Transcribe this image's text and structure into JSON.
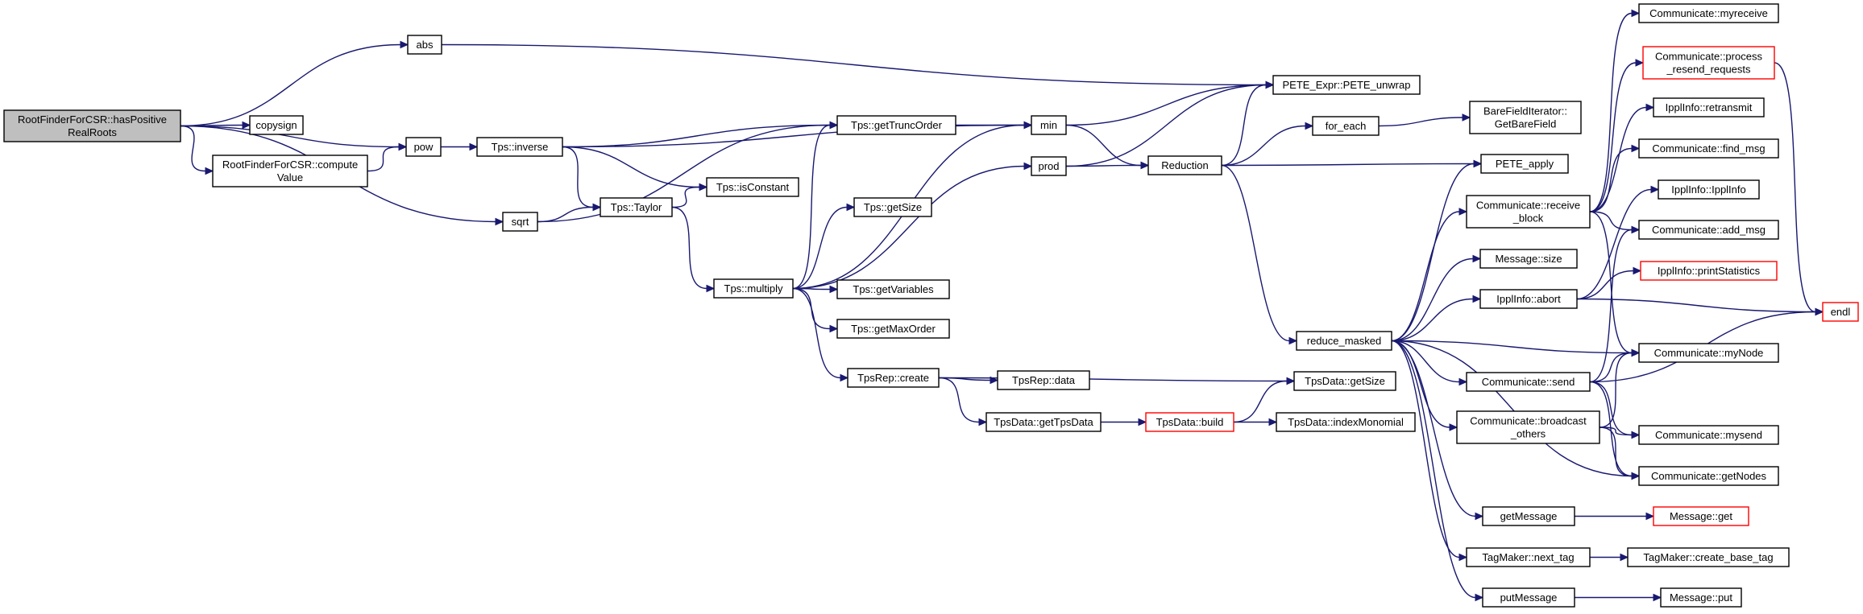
{
  "title": "",
  "colors": {
    "edge": "#191970",
    "root_fill": "#bfbfbf",
    "node_fill": "#ffffff",
    "node_border": "#000000",
    "truncated_border": "#ff0000"
  },
  "nodes": [
    {
      "id": "root",
      "lines": [
        "RootFinderForCSR::hasPositive",
        "RealRoots"
      ],
      "style": "root"
    },
    {
      "id": "abs",
      "lines": [
        "abs"
      ]
    },
    {
      "id": "copysign",
      "lines": [
        "copysign"
      ]
    },
    {
      "id": "pow",
      "lines": [
        "pow"
      ]
    },
    {
      "id": "computeValue",
      "lines": [
        "RootFinderForCSR::compute",
        "Value"
      ]
    },
    {
      "id": "sqrt",
      "lines": [
        "sqrt"
      ]
    },
    {
      "id": "inverse",
      "lines": [
        "Tps::inverse"
      ]
    },
    {
      "id": "taylor",
      "lines": [
        "Tps::Taylor"
      ]
    },
    {
      "id": "getTruncOrder",
      "lines": [
        "Tps::getTruncOrder"
      ]
    },
    {
      "id": "isConstant",
      "lines": [
        "Tps::isConstant"
      ]
    },
    {
      "id": "multiply",
      "lines": [
        "Tps::multiply"
      ]
    },
    {
      "id": "getSize",
      "lines": [
        "Tps::getSize"
      ]
    },
    {
      "id": "getVariables",
      "lines": [
        "Tps::getVariables"
      ]
    },
    {
      "id": "getMaxOrder",
      "lines": [
        "Tps::getMaxOrder"
      ]
    },
    {
      "id": "repCreate",
      "lines": [
        "TpsRep::create"
      ]
    },
    {
      "id": "repData",
      "lines": [
        "TpsRep::data"
      ]
    },
    {
      "id": "getTpsData",
      "lines": [
        "TpsData::getTpsData"
      ]
    },
    {
      "id": "build",
      "lines": [
        "TpsData::build"
      ],
      "style": "trunc"
    },
    {
      "id": "dataGetSize",
      "lines": [
        "TpsData::getSize"
      ]
    },
    {
      "id": "indexMonomial",
      "lines": [
        "TpsData::indexMonomial"
      ]
    },
    {
      "id": "min",
      "lines": [
        "min"
      ]
    },
    {
      "id": "prod",
      "lines": [
        "prod"
      ]
    },
    {
      "id": "reduction",
      "lines": [
        "Reduction"
      ]
    },
    {
      "id": "unwrap",
      "lines": [
        "PETE_Expr::PETE_unwrap"
      ]
    },
    {
      "id": "foreach",
      "lines": [
        "for_each"
      ]
    },
    {
      "id": "bareField",
      "lines": [
        "BareFieldIterator::",
        "GetBareField"
      ]
    },
    {
      "id": "peteApply",
      "lines": [
        "PETE_apply"
      ]
    },
    {
      "id": "reduceMasked",
      "lines": [
        "reduce_masked"
      ]
    },
    {
      "id": "receiveBlock",
      "lines": [
        "Communicate::receive",
        "_block"
      ]
    },
    {
      "id": "msgSize",
      "lines": [
        "Message::size"
      ]
    },
    {
      "id": "abort",
      "lines": [
        "IpplInfo::abort"
      ]
    },
    {
      "id": "send",
      "lines": [
        "Communicate::send"
      ]
    },
    {
      "id": "broadcast",
      "lines": [
        "Communicate::broadcast",
        "_others"
      ]
    },
    {
      "id": "getMessage",
      "lines": [
        "getMessage"
      ]
    },
    {
      "id": "nextTag",
      "lines": [
        "TagMaker::next_tag"
      ]
    },
    {
      "id": "putMessage",
      "lines": [
        "putMessage"
      ]
    },
    {
      "id": "myreceive",
      "lines": [
        "Communicate::myreceive"
      ]
    },
    {
      "id": "processResend",
      "lines": [
        "Communicate::process",
        "_resend_requests"
      ],
      "style": "trunc"
    },
    {
      "id": "retransmit",
      "lines": [
        "IpplInfo::retransmit"
      ]
    },
    {
      "id": "findMsg",
      "lines": [
        "Communicate::find_msg"
      ]
    },
    {
      "id": "ipplInfo",
      "lines": [
        "IpplInfo::IpplInfo"
      ]
    },
    {
      "id": "addMsg",
      "lines": [
        "Communicate::add_msg"
      ]
    },
    {
      "id": "printStats",
      "lines": [
        "IpplInfo::printStatistics"
      ],
      "style": "trunc"
    },
    {
      "id": "myNode",
      "lines": [
        "Communicate::myNode"
      ]
    },
    {
      "id": "mysend",
      "lines": [
        "Communicate::mysend"
      ]
    },
    {
      "id": "getNodes",
      "lines": [
        "Communicate::getNodes"
      ]
    },
    {
      "id": "msgGet",
      "lines": [
        "Message::get"
      ],
      "style": "trunc"
    },
    {
      "id": "createBaseTag",
      "lines": [
        "TagMaker::create_base_tag"
      ]
    },
    {
      "id": "msgPut",
      "lines": [
        "Message::put"
      ]
    },
    {
      "id": "endl",
      "lines": [
        "endl"
      ],
      "style": "trunc"
    }
  ],
  "edges": [
    [
      "root",
      "abs"
    ],
    [
      "root",
      "pow"
    ],
    [
      "root",
      "copysign"
    ],
    [
      "root",
      "computeValue"
    ],
    [
      "root",
      "sqrt"
    ],
    [
      "computeValue",
      "pow"
    ],
    [
      "abs",
      "unwrap"
    ],
    [
      "pow",
      "inverse"
    ],
    [
      "inverse",
      "min"
    ],
    [
      "inverse",
      "getTruncOrder"
    ],
    [
      "inverse",
      "isConstant"
    ],
    [
      "inverse",
      "taylor"
    ],
    [
      "sqrt",
      "taylor"
    ],
    [
      "sqrt",
      "getTruncOrder"
    ],
    [
      "taylor",
      "isConstant"
    ],
    [
      "taylor",
      "multiply"
    ],
    [
      "getTruncOrder",
      "min"
    ],
    [
      "multiply",
      "getTruncOrder"
    ],
    [
      "multiply",
      "min"
    ],
    [
      "multiply",
      "prod"
    ],
    [
      "multiply",
      "getSize"
    ],
    [
      "multiply",
      "getVariables"
    ],
    [
      "multiply",
      "getMaxOrder"
    ],
    [
      "multiply",
      "repCreate"
    ],
    [
      "repCreate",
      "dataGetSize"
    ],
    [
      "repCreate",
      "repData"
    ],
    [
      "repCreate",
      "getTpsData"
    ],
    [
      "getTpsData",
      "build"
    ],
    [
      "build",
      "dataGetSize"
    ],
    [
      "build",
      "indexMonomial"
    ],
    [
      "min",
      "unwrap"
    ],
    [
      "min",
      "reduction"
    ],
    [
      "prod",
      "unwrap"
    ],
    [
      "prod",
      "reduction"
    ],
    [
      "reduction",
      "unwrap"
    ],
    [
      "reduction",
      "foreach"
    ],
    [
      "reduction",
      "peteApply"
    ],
    [
      "reduction",
      "reduceMasked"
    ],
    [
      "foreach",
      "bareField"
    ],
    [
      "reduceMasked",
      "peteApply"
    ],
    [
      "reduceMasked",
      "receiveBlock"
    ],
    [
      "reduceMasked",
      "msgSize"
    ],
    [
      "reduceMasked",
      "abort"
    ],
    [
      "reduceMasked",
      "myNode"
    ],
    [
      "reduceMasked",
      "send"
    ],
    [
      "reduceMasked",
      "broadcast"
    ],
    [
      "reduceMasked",
      "getNodes"
    ],
    [
      "reduceMasked",
      "getMessage"
    ],
    [
      "reduceMasked",
      "nextTag"
    ],
    [
      "reduceMasked",
      "putMessage"
    ],
    [
      "receiveBlock",
      "myreceive"
    ],
    [
      "receiveBlock",
      "processResend"
    ],
    [
      "receiveBlock",
      "retransmit"
    ],
    [
      "receiveBlock",
      "findMsg"
    ],
    [
      "receiveBlock",
      "addMsg"
    ],
    [
      "receiveBlock",
      "myNode"
    ],
    [
      "abort",
      "ipplInfo"
    ],
    [
      "abort",
      "printStats"
    ],
    [
      "abort",
      "endl"
    ],
    [
      "send",
      "addMsg"
    ],
    [
      "send",
      "myNode"
    ],
    [
      "send",
      "mysend"
    ],
    [
      "send",
      "getNodes"
    ],
    [
      "send",
      "endl"
    ],
    [
      "broadcast",
      "myNode"
    ],
    [
      "broadcast",
      "mysend"
    ],
    [
      "broadcast",
      "getNodes"
    ],
    [
      "processResend",
      "endl"
    ],
    [
      "getMessage",
      "msgGet"
    ],
    [
      "nextTag",
      "createBaseTag"
    ],
    [
      "putMessage",
      "msgPut"
    ]
  ]
}
